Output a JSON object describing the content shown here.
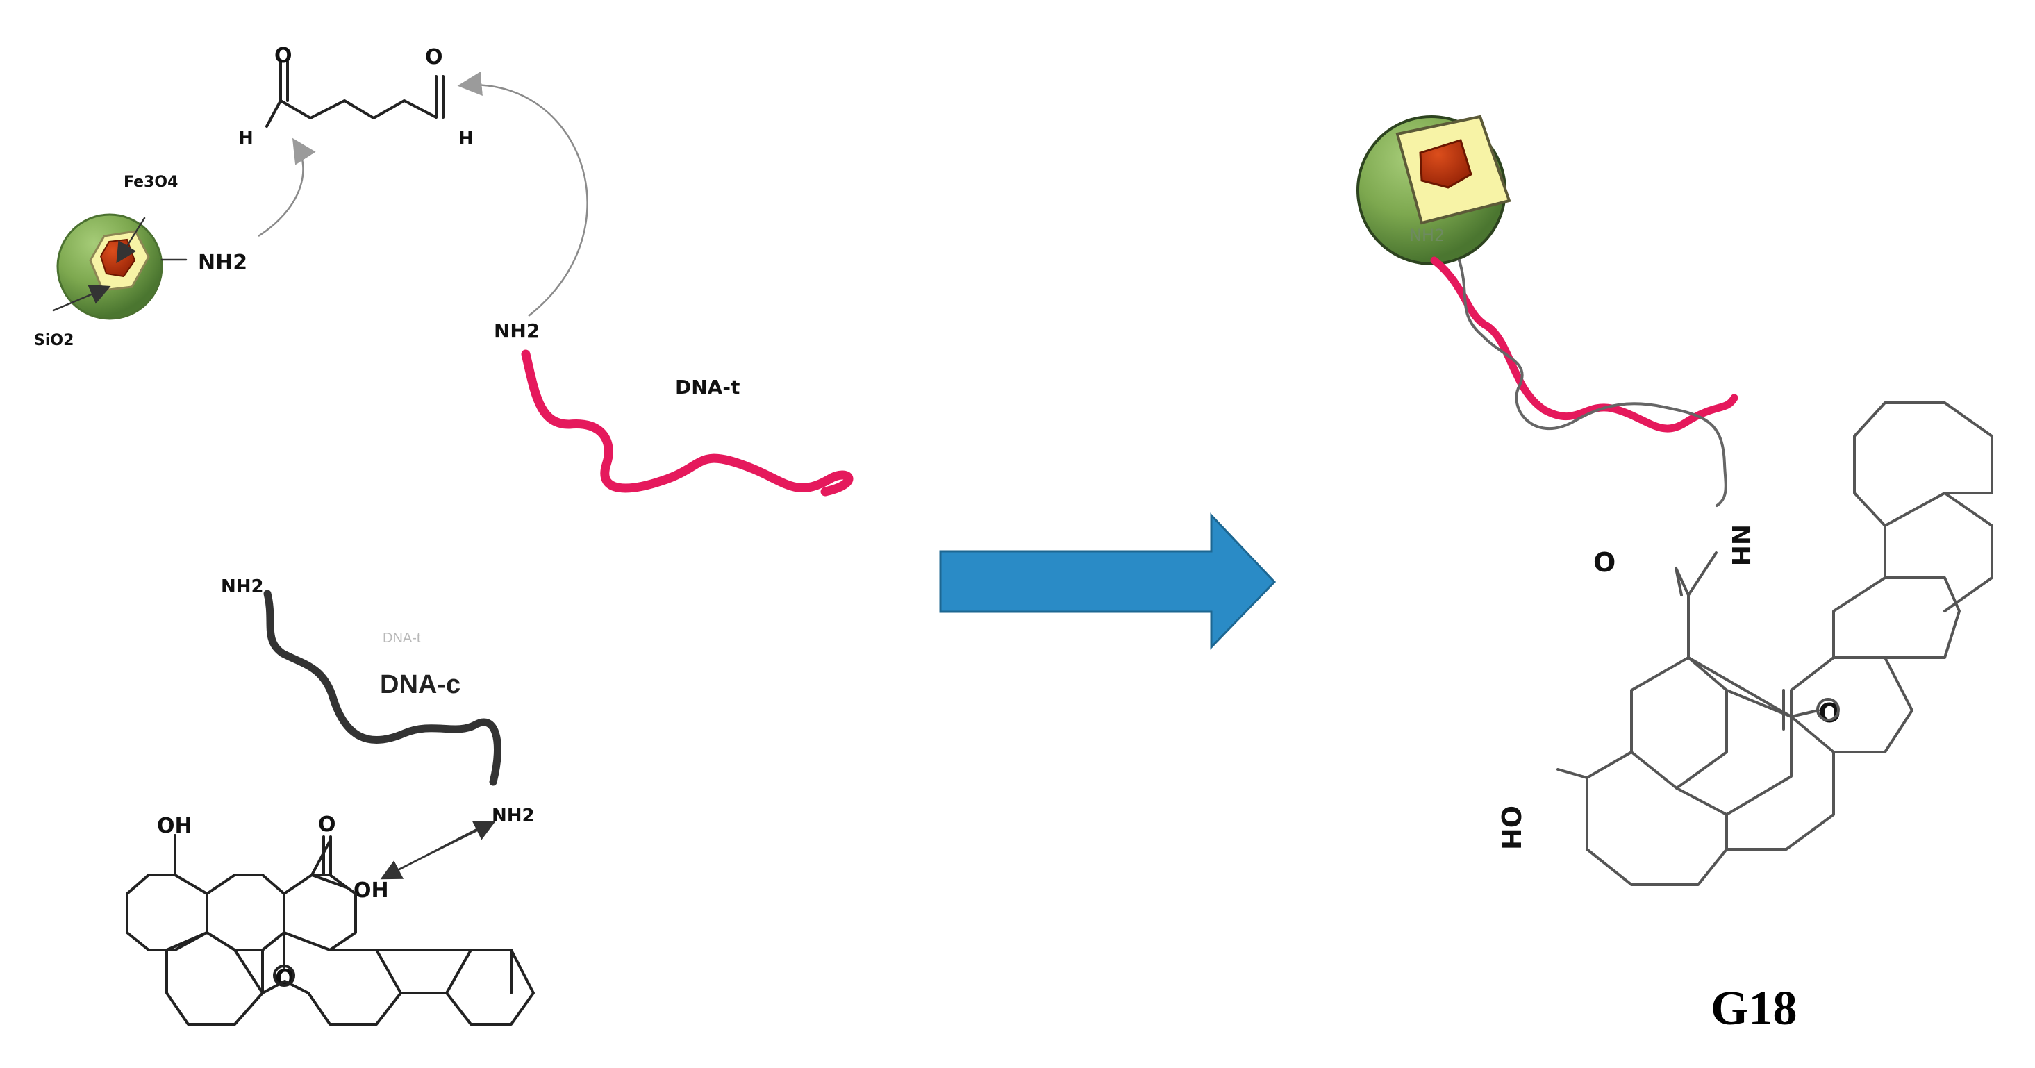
{
  "labels": {
    "fe3o4": "Fe3O4",
    "sio2": "SiO2",
    "nh2_particle": "NH2",
    "aldehyde_o1": "O",
    "aldehyde_o2": "O",
    "aldehyde_h1": "H",
    "aldehyde_h2": "H",
    "dna_t_nh2": "NH2",
    "dna_t": "DNA-t",
    "dna_c_nh2_top": "NH2",
    "dna_c_faint": "DNA-t",
    "dna_c": "DNA-c",
    "dna_c_nh2_bottom": "NH2",
    "left_oh": "OH",
    "left_o": "O",
    "left_acid_oh": "OH",
    "left_ring_o": "O",
    "right_particle_nh2": "NH2",
    "right_nh": "NH",
    "right_o": "O",
    "right_ring_o": "O",
    "right_oh": "OH",
    "product_code": "G18"
  },
  "colors": {
    "particle_outer": "#7da84f",
    "particle_inner": "#f7f3a6",
    "particle_core": "#b9300d",
    "dna_target": "#e5195c",
    "dna_capture": "#333333",
    "arrow_fill": "#2a8bc6",
    "arrow_stroke": "#1d6792"
  }
}
